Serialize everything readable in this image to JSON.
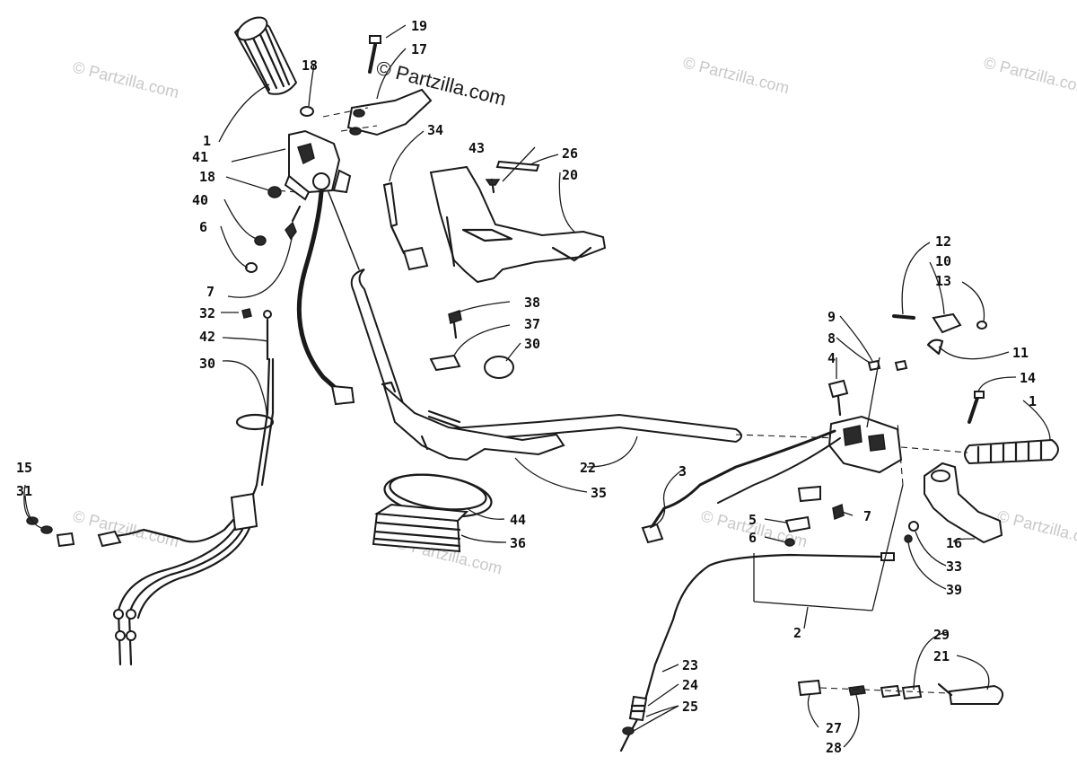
{
  "watermark": {
    "main": "© Partzilla.com",
    "faint": "© Partzilla.com"
  },
  "callouts": {
    "c1a": "1",
    "c1b": "1",
    "c2": "2",
    "c3": "3",
    "c4": "4",
    "c5": "5",
    "c6a": "6",
    "c6b": "6",
    "c7a": "7",
    "c7b": "7",
    "c8": "8",
    "c9": "9",
    "c10": "10",
    "c11": "11",
    "c12": "12",
    "c13": "13",
    "c14": "14",
    "c15": "15",
    "c16": "16",
    "c17": "17",
    "c18a": "18",
    "c18b": "18",
    "c19": "19",
    "c20": "20",
    "c21": "21",
    "c22": "22",
    "c23": "23",
    "c24": "24",
    "c25": "25",
    "c26": "26",
    "c27": "27",
    "c28": "28",
    "c29": "29",
    "c30a": "30",
    "c30b": "30",
    "c31": "31",
    "c32": "32",
    "c33": "33",
    "c34": "34",
    "c35": "35",
    "c36": "36",
    "c37": "37",
    "c38": "38",
    "c39": "39",
    "c40": "40",
    "c41": "41",
    "c42": "42",
    "c43": "43",
    "c44": "44"
  }
}
